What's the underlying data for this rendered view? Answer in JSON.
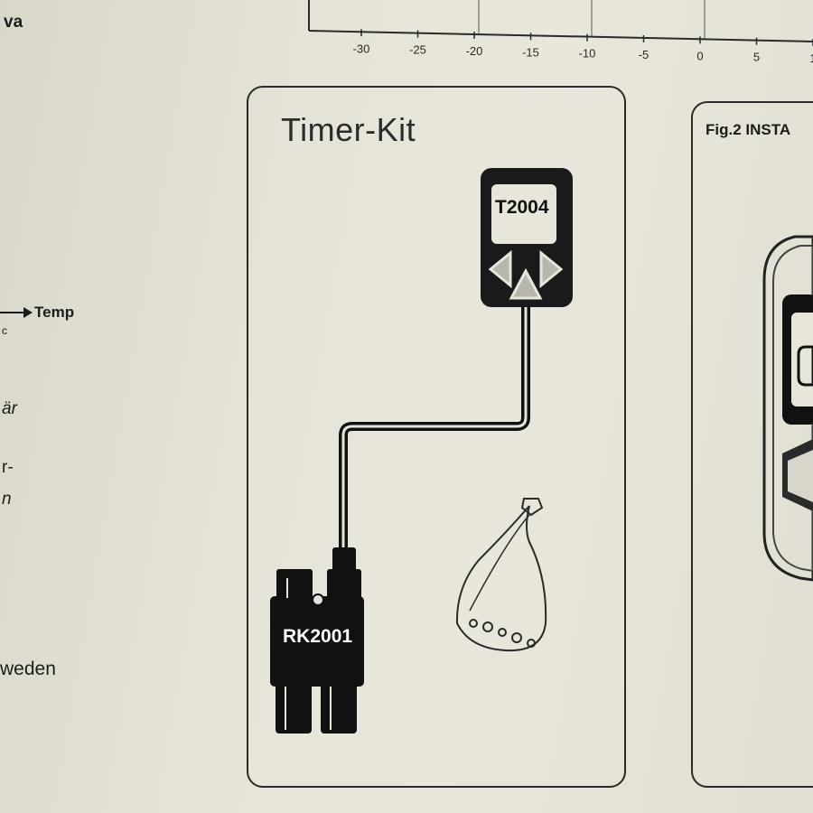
{
  "left_column": {
    "fragments": [
      "va",
      "Temp",
      "c",
      "är",
      "r-",
      "n",
      "weden"
    ]
  },
  "chart_axis": {
    "tick_labels": [
      "-30",
      "-25",
      "-20",
      "-15",
      "-10",
      "-5",
      "0",
      "5",
      "1"
    ]
  },
  "timer_kit": {
    "title": "Timer-Kit",
    "display_unit_label": "T2004",
    "relay_unit_label": "RK2001"
  },
  "fig2": {
    "title": "Fig.2 INSTA"
  },
  "colors": {
    "paper": "#e4e2d6",
    "ink": "#1c1c1c"
  }
}
